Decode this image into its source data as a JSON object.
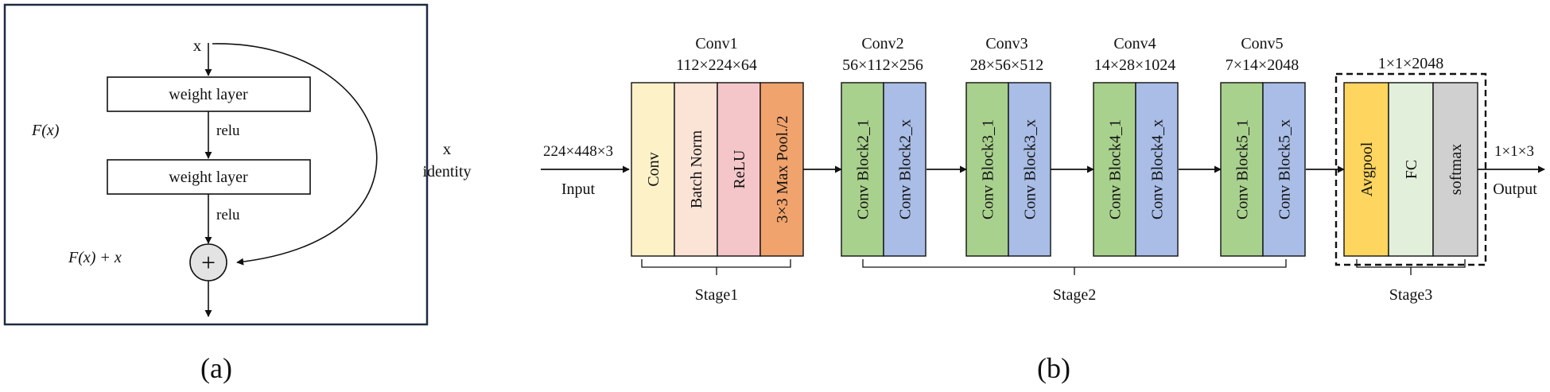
{
  "panel_a": {
    "x_input": "x",
    "layer1": "weight layer",
    "layer2": "weight layer",
    "relu1": "relu",
    "relu2": "relu",
    "fx_label": "F(x)",
    "identity_x": "x",
    "identity_label": "identity",
    "sum_label": "F(x) + x",
    "plus": "+",
    "caption": "(a)"
  },
  "panel_b": {
    "input_dim": "224×448×3",
    "input_label": "Input",
    "output_dim": "1×1×3",
    "output_label": "Output",
    "caption": "(b)",
    "conv1": {
      "title": "Conv1",
      "dim": "112×224×64",
      "cells": [
        {
          "label": "Conv",
          "color": "#fdf1c8"
        },
        {
          "label": "Batch Norm",
          "color": "#fbe3d6"
        },
        {
          "label": "ReLU",
          "color": "#f4c6c9"
        },
        {
          "label": "3×3 Max Pool./2",
          "color": "#f0a36c"
        }
      ]
    },
    "stages": [
      {
        "title": "Conv2",
        "dim": "56×112×256",
        "cells": [
          {
            "label": "Conv Block2_1",
            "color": "#a9d18e"
          },
          {
            "label": "Conv Block2_x",
            "color": "#a9bde6"
          }
        ]
      },
      {
        "title": "Conv3",
        "dim": "28×56×512",
        "cells": [
          {
            "label": "Conv Block3_1",
            "color": "#a9d18e"
          },
          {
            "label": "Conv Block3_x",
            "color": "#a9bde6"
          }
        ]
      },
      {
        "title": "Conv4",
        "dim": "14×28×1024",
        "cells": [
          {
            "label": "Conv Block4_1",
            "color": "#a9d18e"
          },
          {
            "label": "Conv Block4_x",
            "color": "#a9bde6"
          }
        ]
      },
      {
        "title": "Conv5",
        "dim": "7×14×2048",
        "cells": [
          {
            "label": "Conv Block5_1",
            "color": "#a9d18e"
          },
          {
            "label": "Conv Block5_x",
            "color": "#a9bde6"
          }
        ]
      }
    ],
    "head": {
      "dim": "1×1×2048",
      "cells": [
        {
          "label": "Avgpool",
          "color": "#fdd55f"
        },
        {
          "label": "FC",
          "color": "#e2efda"
        },
        {
          "label": "softmax",
          "color": "#d0d0d0"
        }
      ]
    },
    "stage1": "Stage1",
    "stage2": "Stage2",
    "stage3": "Stage3"
  }
}
